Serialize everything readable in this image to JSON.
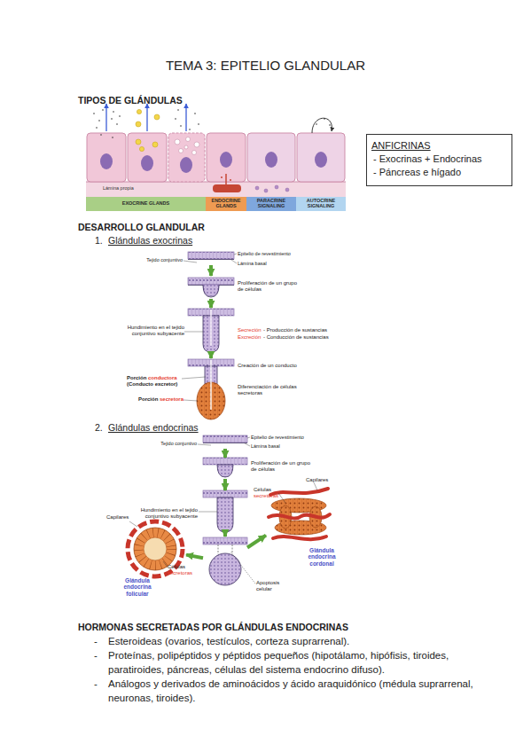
{
  "diagram": {
    "title": "TEMA 3: EPITELIO GLANDULAR",
    "nodes": [
      {
        "text": [
          "ANFICRINAS",
          "- Exocrinas + Endocrinas",
          "- Páncreas e hígado"
        ]
      },
      {
        "text": [
          "EXOCRINE GLANDS"
        ]
      },
      {
        "text": [
          "ENDOCRINE GLANDS"
        ]
      },
      {
        "text": [
          "PARACRINE SIGNALING"
        ]
      },
      {
        "text": [
          "AUTOCRINE SIGNALING"
        ]
      },
      {
        "text": [
          "Epitelio de revestimiento",
          "Lámina basal",
          "Tejido conjuntivo"
        ]
      },
      {
        "text": [
          "Proliferación de un grupo de células"
        ]
      },
      {
        "text": [
          "Hundimiento en el tejido conjuntivo subyacente",
          "Secreción",
          "- Producción de sustancias",
          "Excreción",
          "- Conducción de sustancias"
        ]
      },
      {
        "text": [
          "Creación de un conducto",
          "Porción",
          "conductora",
          "(Conducto excretor)",
          "Diferenciación de células secretoras",
          "Porción",
          "secretora"
        ]
      },
      {
        "text": [
          "Epitelio de revestimiento",
          "Lámina basal",
          "Tejido conjuntivo"
        ]
      },
      {
        "text": [
          "Proliferación de un grupo de células"
        ]
      },
      {
        "text": [
          "Hundimiento en el tejido conjuntivo subyacente"
        ]
      },
      {
        "text": [
          "Apoptosis celular"
        ]
      },
      {
        "text": [
          "Capilares",
          "Células",
          "secretoras",
          "Glándula endocrina folicular"
        ]
      },
      {
        "text": [
          "Células",
          "secretoras",
          "Capilares",
          "Glándula endocrina cordonal"
        ]
      }
    ],
    "edges": [
      {
        "from": 5,
        "to": 6,
        "arrow": "to"
      },
      {
        "from": 6,
        "to": 7,
        "arrow": "to"
      },
      {
        "from": 7,
        "to": 8,
        "arrow": "to"
      },
      {
        "from": 9,
        "to": 10,
        "arrow": "to"
      },
      {
        "from": 10,
        "to": 11,
        "arrow": "to"
      },
      {
        "from": 11,
        "to": 12,
        "arrow": "to"
      },
      {
        "from": 12,
        "to": 13,
        "arrow": "to"
      },
      {
        "from": 12,
        "to": 14,
        "arrow": "to"
      }
    ],
    "labels": [
      "TIPOS DE GLÁNDULAS",
      "Lámina propia",
      "DESARROLLO GLANDULAR",
      "1.",
      "Glándulas exocrinas",
      "2.",
      "Glándulas endocrinas",
      "HORMONAS SECRETADAS POR GLÁNDULAS ENDOCRINAS",
      "-",
      "Esteroideas (ovarios, testículos, corteza suprarrenal).",
      "-",
      "Proteínas, polipéptidos y péptidos pequeños (hipotálamo, hipófisis, tiroides, paratiroides, páncreas, células del sistema endocrino difuso).",
      "-",
      "Análogos y derivados de aminoácidos y ácido araquidónico (médula suprarrenal, neuronas, tiroides)."
    ]
  }
}
